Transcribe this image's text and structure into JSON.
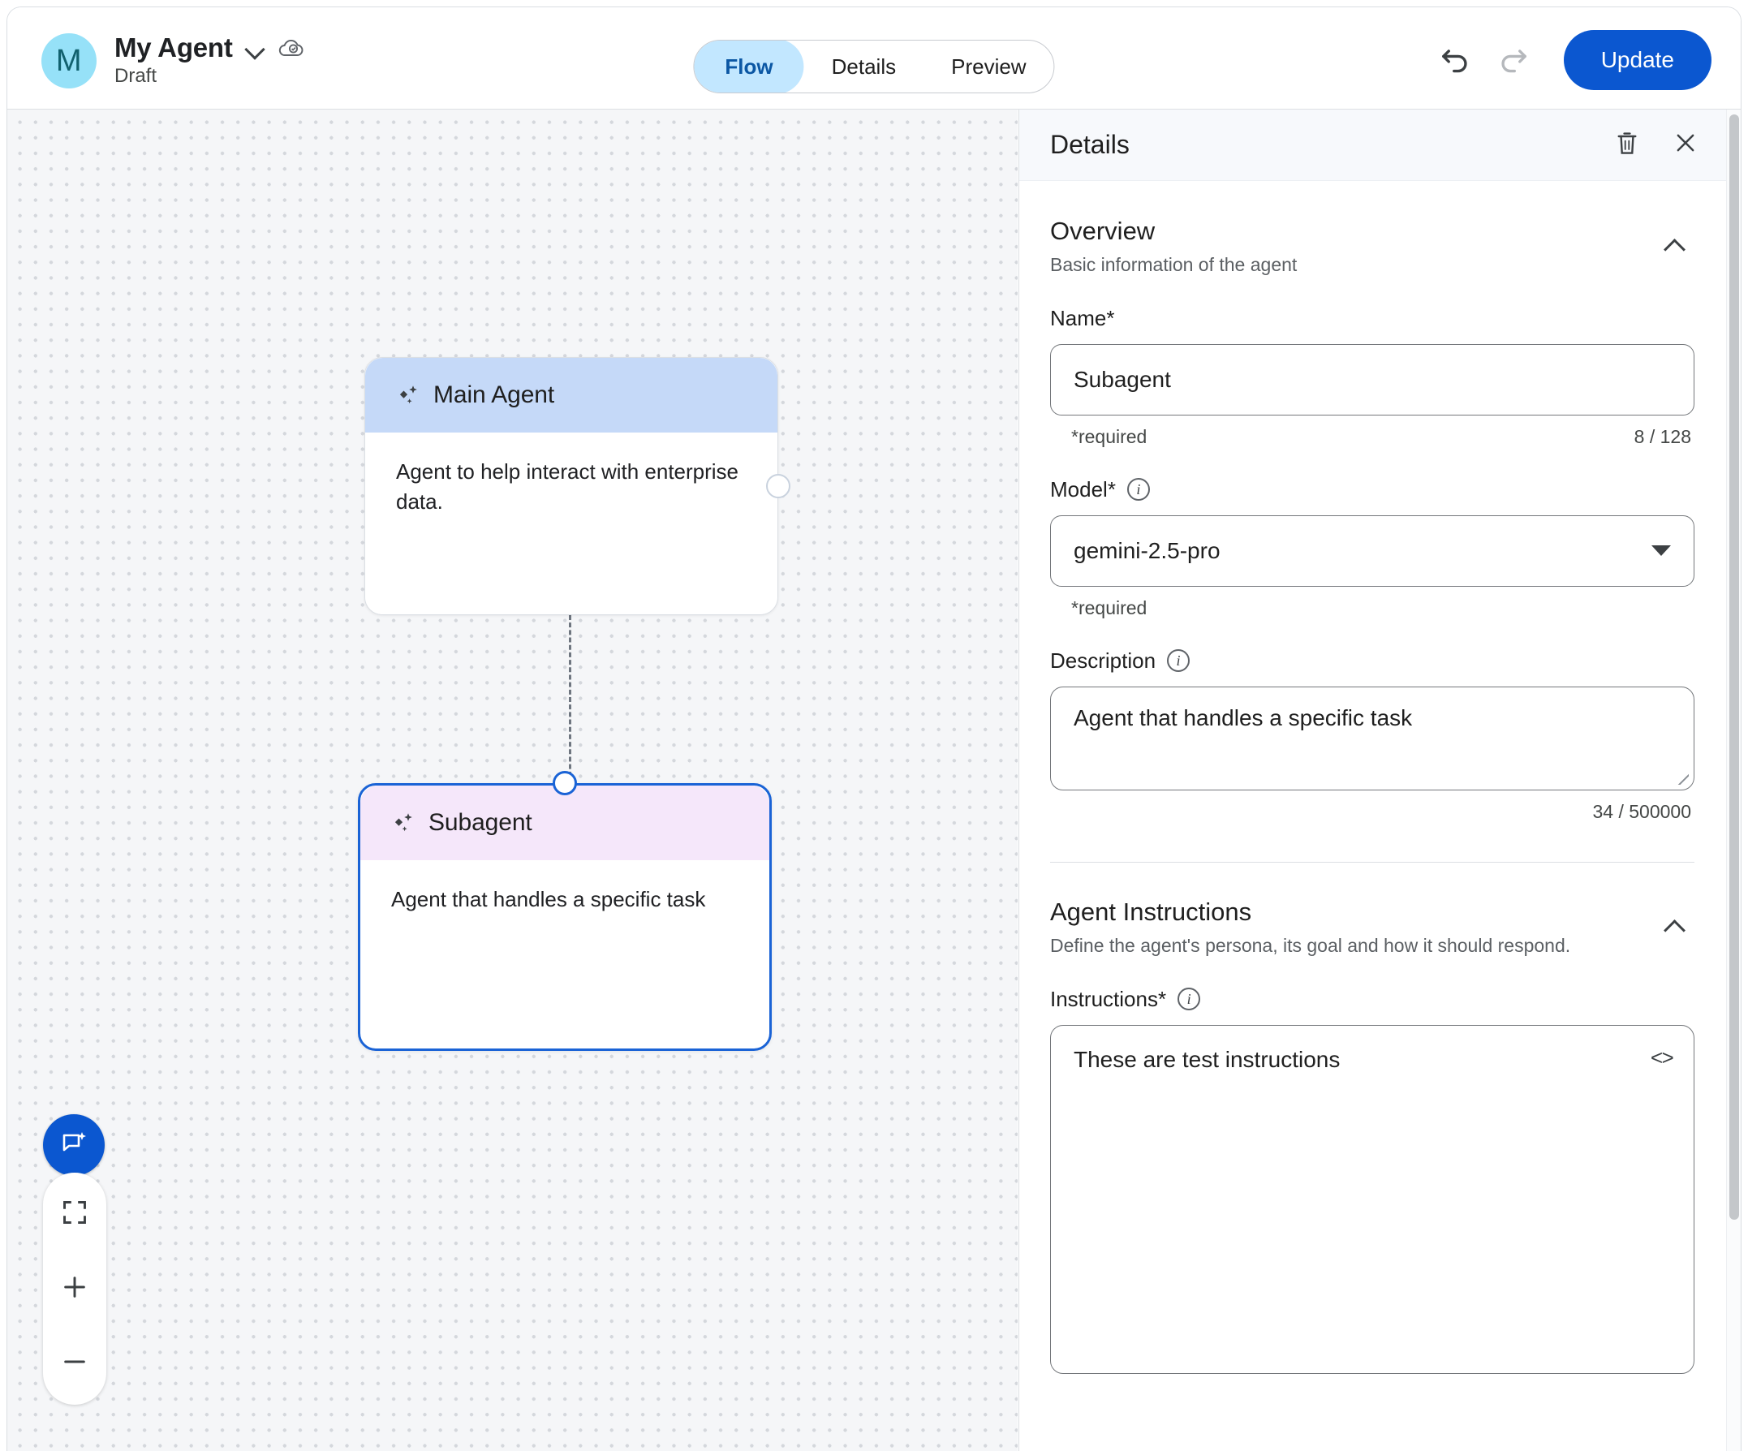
{
  "topbar": {
    "avatar_letter": "M",
    "agent_name": "My Agent",
    "status": "Draft",
    "chevron_icon": "chevron-down-icon",
    "cloud_icon": "cloud-saved-icon",
    "tabs": [
      {
        "label": "Flow",
        "active": true
      },
      {
        "label": "Details",
        "active": false
      },
      {
        "label": "Preview",
        "active": false
      }
    ],
    "undo_icon": "undo-icon",
    "redo_icon": "redo-icon",
    "update_label": "Update",
    "accent_blue": "#0b57d0",
    "active_tab_bg": "#c2e7ff",
    "active_tab_fg": "#0b57a4",
    "avatar_bg": "#96e1f8",
    "avatar_fg": "#11616f"
  },
  "canvas": {
    "nodes": [
      {
        "id": "main-agent",
        "title": "Main Agent",
        "description": "Agent to help interact with enterprise data.",
        "header_color": "#c5d9f8",
        "selected": false
      },
      {
        "id": "subagent",
        "title": "Subagent",
        "description": "Agent that handles a specific task",
        "header_color": "#f5e7fa",
        "selected": true
      }
    ],
    "edge_style": "dashed",
    "chat_fab_icon": "chat-sparkle-icon",
    "fit_view_icon": "fit-screen-icon",
    "zoom_in_icon": "plus-icon",
    "zoom_out_icon": "minus-icon",
    "grid_dot_color": "#d4d7dc",
    "background_color": "#f5f6f8"
  },
  "panel": {
    "title": "Details",
    "delete_icon": "trash-icon",
    "close_icon": "close-icon",
    "sections": [
      {
        "title": "Overview",
        "subtitle": "Basic information of the agent",
        "collapse_icon": "chevron-up-icon"
      },
      {
        "title": "Agent Instructions",
        "subtitle": "Define the agent's persona, its goal and how it should respond.",
        "collapse_icon": "chevron-up-icon"
      }
    ],
    "fields": {
      "name": {
        "label": "Name*",
        "value": "Subagent",
        "placeholder": "Name",
        "helper": "*required",
        "counter": "8 / 128"
      },
      "model": {
        "label": "Model*",
        "info_icon": "info-icon",
        "value": "gemini-2.5-pro",
        "helper": "*required",
        "dropdown_icon": "caret-down-icon"
      },
      "description": {
        "label": "Description",
        "info_icon": "info-icon",
        "value": "Agent that handles a specific task",
        "placeholder": "Description",
        "counter": "34 / 500000"
      },
      "instructions": {
        "label": "Instructions*",
        "info_icon": "info-icon",
        "value": "These are test instructions",
        "placeholder": "Instructions",
        "code_toggle_icon": "code-brackets-icon",
        "code_toggle_label": "<>"
      }
    },
    "scrollbar": "vertical-scrollbar"
  }
}
